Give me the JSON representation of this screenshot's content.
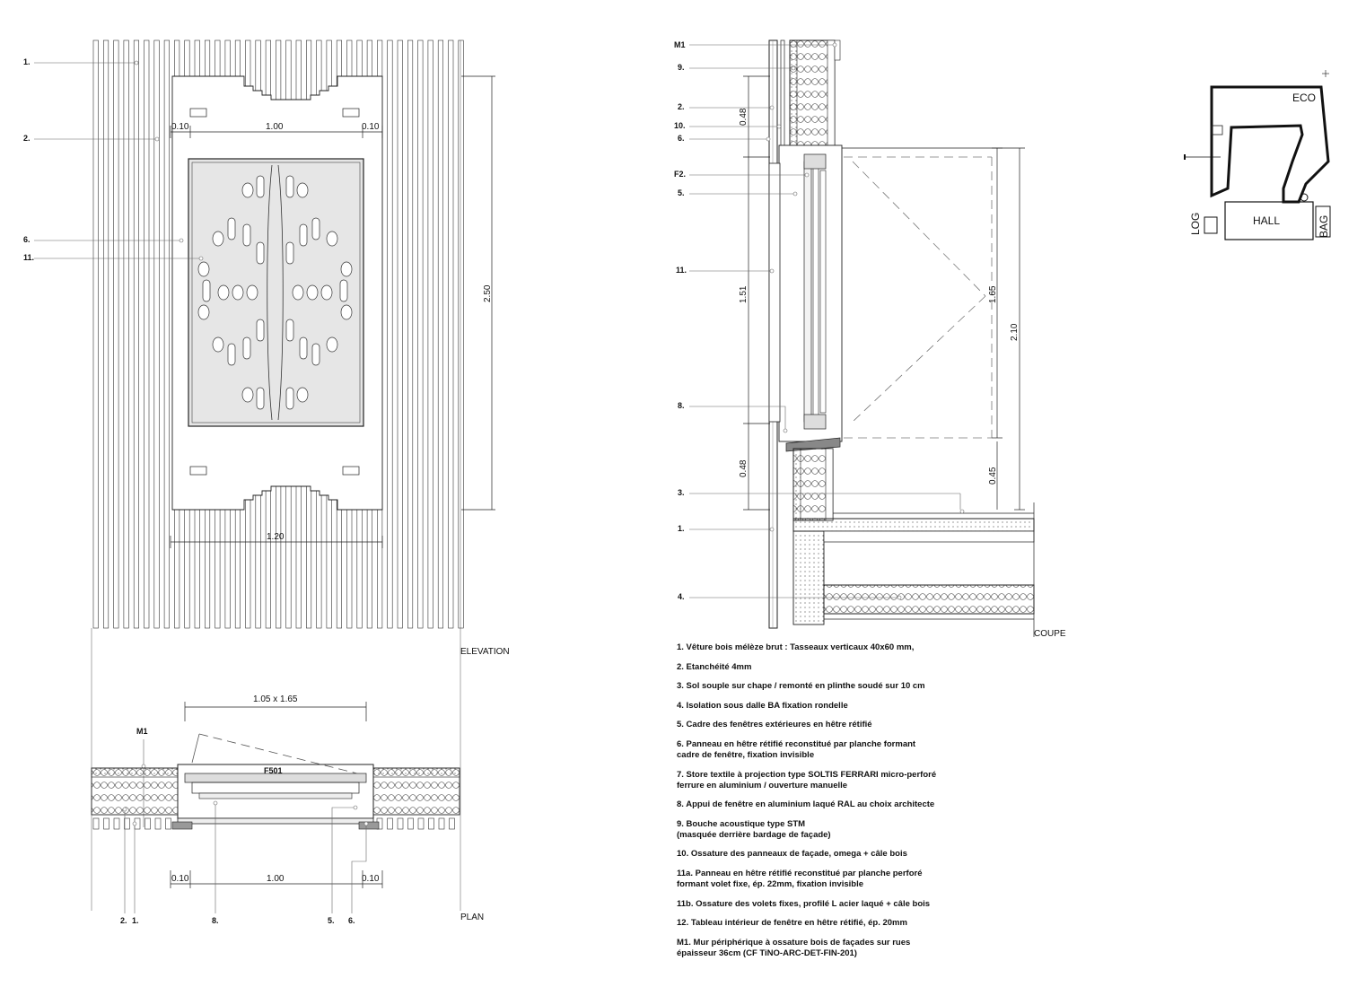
{
  "elevation": {
    "callouts": [
      "1.",
      "2.",
      "6.",
      "11."
    ],
    "dims": {
      "side_left": "0.10",
      "middle": "1.00",
      "side_right": "0.10",
      "height": "2.50",
      "bottom": "1.20"
    },
    "view_label": "ELEVATION"
  },
  "plan": {
    "opening_label": "1.05 x 1.65",
    "wall_label": "M1",
    "window_tag": "F501",
    "dims": {
      "side_left": "0.10",
      "middle": "1.00",
      "side_right": "0.10"
    },
    "bottom_callouts": [
      "2.",
      "1.",
      "8.",
      "5.",
      "6."
    ],
    "view_label": "PLAN"
  },
  "section": {
    "callouts": [
      "M1",
      "9.",
      "2.",
      "10.",
      "6.",
      "F2.",
      "5.",
      "11.",
      "8.",
      "3.",
      "1.",
      "4."
    ],
    "dims": {
      "upper_panel": "0.48",
      "window": "1.51",
      "lower_panel": "0.48",
      "glazing": "1.65",
      "total": "2.10",
      "sill": "0.45"
    },
    "view_label": "COUPE"
  },
  "legend": [
    "1. Vêture bois mélèze brut : Tasseaux verticaux  40x60 mm,",
    "2. Etanchéité 4mm",
    "3. Sol souple sur chape / remonté en plinthe soudé sur 10 cm",
    "4. Isolation sous dalle BA fixation rondelle",
    "5. Cadre des fenêtres extérieures en hêtre rétifié",
    "6. Panneau en hêtre rétifié reconstitué par planche formant\n        cadre de fenêtre, fixation invisible",
    "7. Store textile à projection type SOLTIS FERRARI micro-perforé\n        ferrure en aluminium / ouverture manuelle",
    "8. Appui de fenêtre en aluminium laqué RAL au choix architecte",
    "9. Bouche acoustique type STM\n        (masquée derrière bardage de façade)",
    "10. Ossature des panneaux de façade, omega + câle bois",
    "11a. Panneau en hêtre rétifié reconstitué par planche perforé\n        formant volet fixe, ép. 22mm, fixation invisible",
    "11b. Ossature des volets fixes, profilé L acier laqué + câle bois",
    "12. Tableau intérieur de fenêtre en hêtre rétifié, ép. 20mm",
    "M1. Mur périphérique à ossature bois de façades sur rues\népaisseur 36cm    (CF TiNO-ARC-DET-FIN-201)"
  ],
  "keyplan": {
    "labels": [
      "ECO",
      "HALL",
      "LOG",
      "BAG"
    ]
  }
}
